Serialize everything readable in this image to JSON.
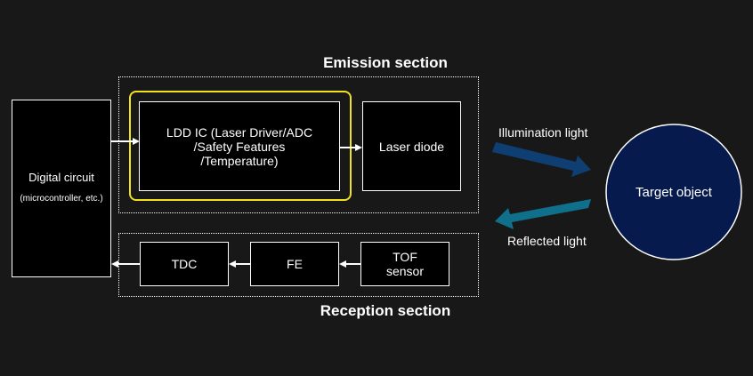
{
  "diagram": {
    "emission_section_title": "Emission section",
    "reception_section_title": "Reception section",
    "digital_circuit": {
      "title": "Digital circuit",
      "subtitle": "(microcontroller, etc.)"
    },
    "ldd_ic": {
      "line1": "LDD IC (Laser Driver/ADC",
      "line2": "/Safety Features",
      "line3": "/Temperature)"
    },
    "laser_diode": "Laser diode",
    "tdc": "TDC",
    "fe": "FE",
    "tof_sensor": {
      "line1": "TOF",
      "line2": "sensor"
    },
    "illumination_light": "Illumination light",
    "reflected_light": "Reflected light",
    "target_object": "Target object"
  },
  "colors": {
    "background": "#181818",
    "highlight_border": "#f2e21e",
    "illumination_arrow": "#0f3f72",
    "reflected_arrow": "#106f8a",
    "target_fill": "#061a4d"
  }
}
